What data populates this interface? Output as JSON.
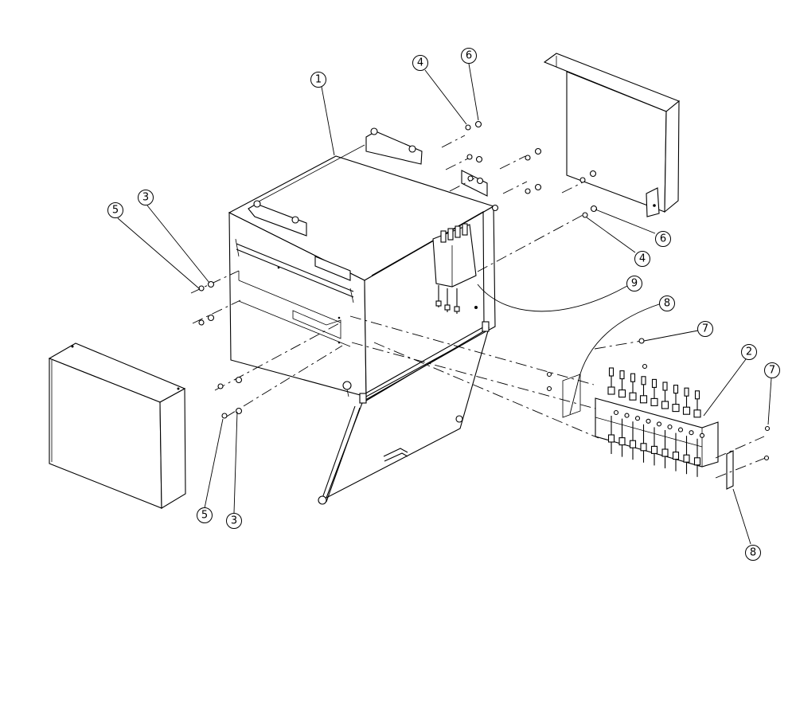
{
  "callouts": [
    {
      "id": "c1",
      "label": "1"
    },
    {
      "id": "c2",
      "label": "2"
    },
    {
      "id": "c3a",
      "label": "3"
    },
    {
      "id": "c3b",
      "label": "3"
    },
    {
      "id": "c4a",
      "label": "4"
    },
    {
      "id": "c4b",
      "label": "4"
    },
    {
      "id": "c5a",
      "label": "5"
    },
    {
      "id": "c5b",
      "label": "5"
    },
    {
      "id": "c6a",
      "label": "6"
    },
    {
      "id": "c6b",
      "label": "6"
    },
    {
      "id": "c7a",
      "label": "7"
    },
    {
      "id": "c7b",
      "label": "7"
    },
    {
      "id": "c8a",
      "label": "8"
    },
    {
      "id": "c8b",
      "label": "8"
    },
    {
      "id": "c9",
      "label": "9"
    }
  ]
}
